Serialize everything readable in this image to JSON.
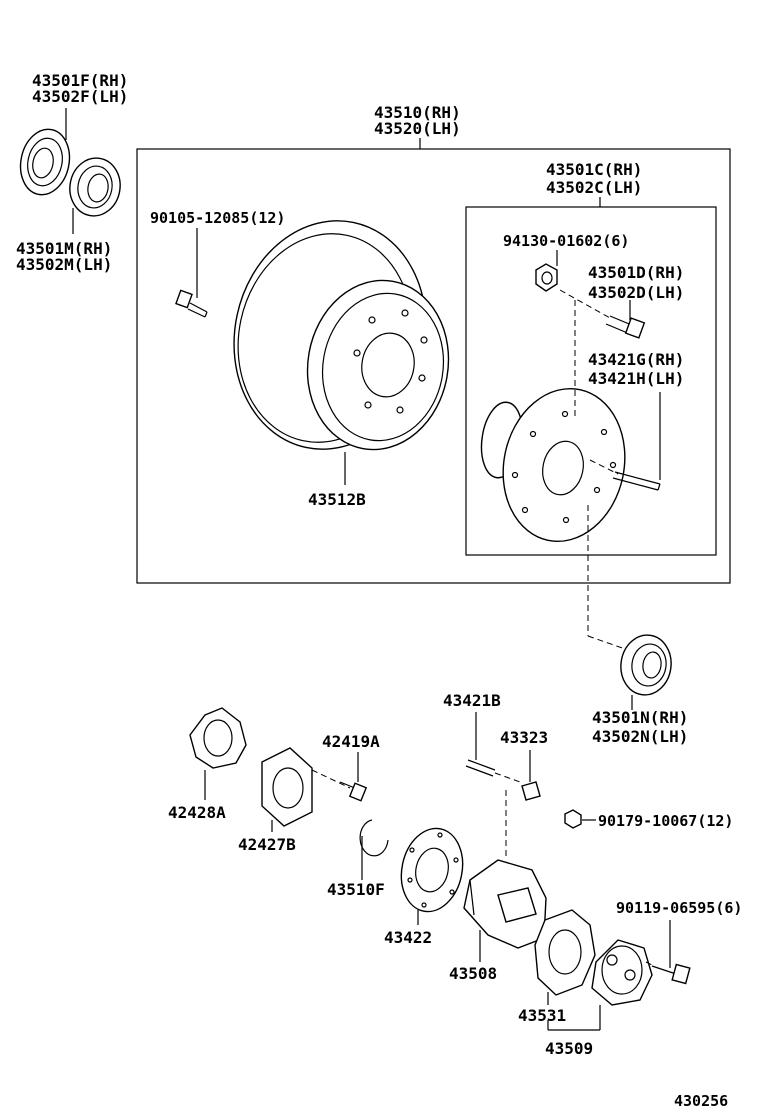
{
  "labels": {
    "bearing_outer_rh": "43501F(RH)",
    "bearing_outer_lh": "43502F(LH)",
    "bearing_inner_rh": "43501M(RH)",
    "bearing_inner_lh": "43502M(LH)",
    "drum_assy_rh": "43510(RH)",
    "drum_assy_lh": "43520(LH)",
    "hub_assy_rh": "43501C(RH)",
    "hub_assy_lh": "43502C(LH)",
    "screw": "90105-12085(12)",
    "nut": "94130-01602(6)",
    "hub_bolt_rh": "43501D(RH)",
    "hub_bolt_lh": "43502D(LH)",
    "stud_rh": "43421G(RH)",
    "stud_lh": "43421H(LH)",
    "drum": "43512B",
    "bearing_n_rh": "43501N(RH)",
    "bearing_n_lh": "43502N(LH)",
    "stud_b": "43421B",
    "cone": "43323",
    "bolt_a": "42419A",
    "lock_washer": "42428A",
    "lock_plate": "42427B",
    "snap_ring": "43510F",
    "gasket": "43422",
    "body": "43508",
    "nut_2": "90179-10067(12)",
    "bolt_2": "90119-06595(6)",
    "gasket_2": "43531",
    "cover": "43509",
    "diagram_code": "430256"
  }
}
